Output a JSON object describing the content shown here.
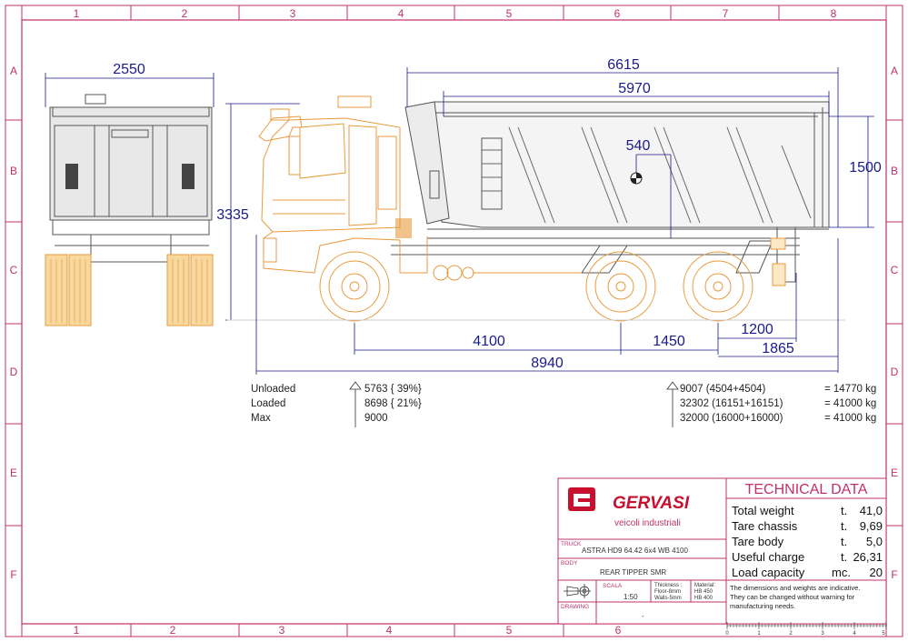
{
  "grid": {
    "cols": [
      "1",
      "2",
      "3",
      "4",
      "5",
      "6",
      "7",
      "8"
    ],
    "cols_bottom": [
      "1",
      "2",
      "3",
      "4",
      "5",
      "6"
    ],
    "rows": [
      "A",
      "B",
      "C",
      "D",
      "E",
      "F"
    ]
  },
  "dimensions": {
    "width_rear": "2550",
    "overall_length_body": "6615",
    "body_length": "5970",
    "cog": "540",
    "body_height": "1500",
    "overall_height": "3335",
    "wheelbase": "4100",
    "tandem": "1450",
    "rear_overhang_frame": "1200",
    "rear_overhang": "1865",
    "overall_length": "8940"
  },
  "weights_front": {
    "labels": [
      "Unloaded",
      "Loaded",
      "Max"
    ],
    "values": [
      "5763 { 39%}",
      "8698 { 21%}",
      "9000"
    ]
  },
  "weights_rear": {
    "values": [
      "9007 (4504+4504)",
      "32302 (16151+16151)",
      "32000 (16000+16000)"
    ],
    "totals": [
      "=  14770 kg",
      "=  41000 kg",
      "=  41000 kg"
    ]
  },
  "title_block": {
    "brand": "GERVASI",
    "brand_sub": "veicoli industriali",
    "truck_label": "TRUCK",
    "truck_value": "ASTRA HD9 64.42 6x4 WB 4100",
    "body_label": "BODY",
    "body_value": "REAR TIPPER SMR",
    "scale_label": "SCALA",
    "scale_value": "1:50",
    "thickness_label": "Thickness :",
    "thickness_floor": "Floor-8mm",
    "thickness_walls": "Walls-5mm",
    "material_label": "Material:",
    "material_1": "HB 450",
    "material_2": "HB 400",
    "drawing_label": "DRAWING",
    "drawing_value": "-"
  },
  "technical_data": {
    "title": "TECHNICAL DATA",
    "rows": [
      {
        "label": "Total weight",
        "unit": "t.",
        "value": "41,0"
      },
      {
        "label": "Tare chassis",
        "unit": "t.",
        "value": "9,69"
      },
      {
        "label": "Tare body",
        "unit": "t.",
        "value": "5,0"
      },
      {
        "label": "Useful charge",
        "unit": "t.",
        "value": "26,31"
      },
      {
        "label": "Load capacity",
        "unit": "mc.",
        "value": "20"
      }
    ],
    "note_1": "The dimensions and weights are indicative.",
    "note_2": "They can be changed without warning for",
    "note_3": "manufacturing needs."
  },
  "scale_bar": {
    "ticks": [
      "0",
      "1",
      "2",
      "3",
      "4",
      "5"
    ]
  }
}
